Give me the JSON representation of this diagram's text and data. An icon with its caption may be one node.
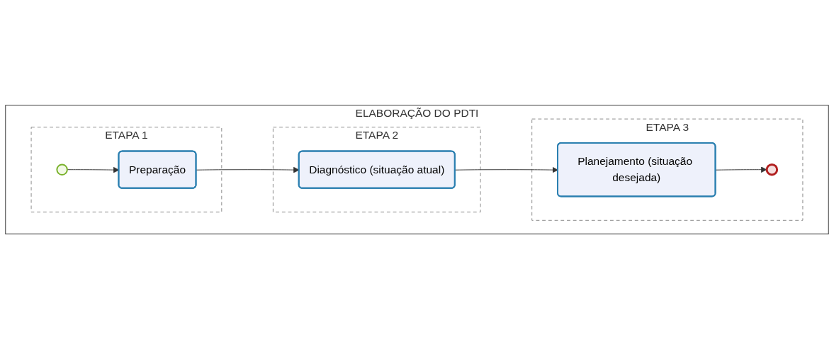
{
  "diagram": {
    "nodes": [
      {
        "text": [
          "ELABORAÇÃO DO PDTI"
        ]
      },
      {
        "text": [
          "ETAPA 1"
        ],
        "in": 0
      },
      {
        "text": [
          "ETAPA 2"
        ],
        "in": 0
      },
      {
        "text": [
          "ETAPA 3"
        ],
        "in": 0
      },
      {
        "text": [],
        "shape": "circle",
        "in": 1
      },
      {
        "text": [
          "Preparação"
        ],
        "in": 1
      },
      {
        "text": [
          "Diagnóstico (situação atual)"
        ],
        "in": 2
      },
      {
        "text": [
          "Planejamento (situação desejada)"
        ],
        "in": 3
      },
      {
        "text": [],
        "shape": "circle",
        "in": 3
      }
    ],
    "edges": [
      {
        "from": 4,
        "to": 5,
        "arrow": "to"
      },
      {
        "from": 5,
        "to": 6,
        "arrow": "to"
      },
      {
        "from": 6,
        "to": 7,
        "arrow": "to"
      },
      {
        "from": 7,
        "to": 8,
        "arrow": "to"
      }
    ]
  }
}
